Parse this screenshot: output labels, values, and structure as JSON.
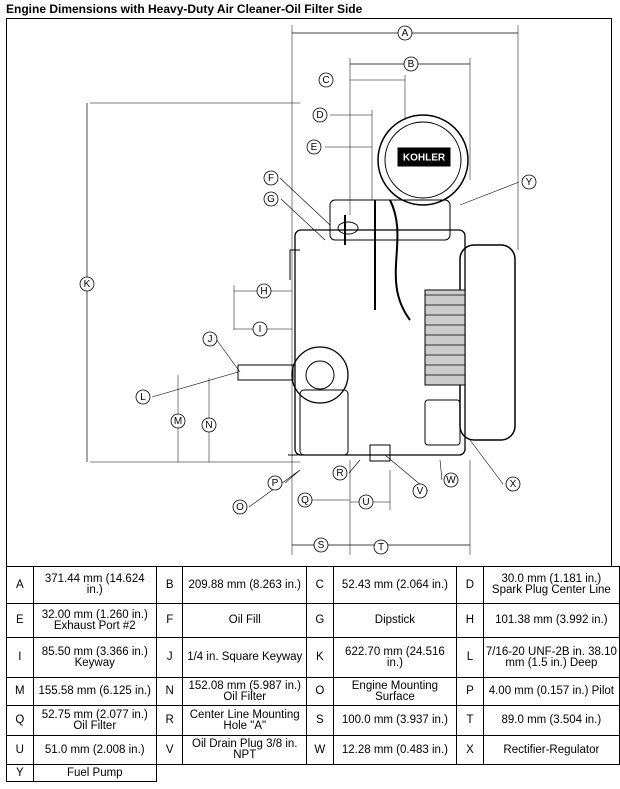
{
  "title": "Engine Dimensions with Heavy-Duty Air Cleaner-Oil Filter Side",
  "diagram": {
    "logo": "KOHLER",
    "callouts": [
      "A",
      "B",
      "C",
      "D",
      "E",
      "F",
      "G",
      "H",
      "I",
      "J",
      "K",
      "L",
      "M",
      "N",
      "O",
      "P",
      "Q",
      "R",
      "S",
      "T",
      "U",
      "V",
      "W",
      "X",
      "Y"
    ]
  },
  "table": {
    "rows": [
      [
        {
          "k": "A",
          "v": "371.44 mm (14.624 in.)"
        },
        {
          "k": "B",
          "v": "209.88 mm (8.263 in.)"
        },
        {
          "k": "C",
          "v": "52.43 mm (2.064 in.)"
        },
        {
          "k": "D",
          "v": "30.0 mm (1.181 in.) Spark Plug Center Line"
        }
      ],
      [
        {
          "k": "E",
          "v": "32.00 mm (1.260 in.) Exhaust Port #2"
        },
        {
          "k": "F",
          "v": "Oil Fill"
        },
        {
          "k": "G",
          "v": "Dipstick"
        },
        {
          "k": "H",
          "v": "101.38 mm (3.992 in.)"
        }
      ],
      [
        {
          "k": "I",
          "v": "85.50 mm (3.366 in.) Keyway"
        },
        {
          "k": "J",
          "v": "1/4 in. Square Keyway"
        },
        {
          "k": "K",
          "v": "622.70 mm (24.516 in.)"
        },
        {
          "k": "L",
          "v": "7/16-20 UNF-2B in. 38.10 mm (1.5 in.) Deep"
        }
      ],
      [
        {
          "k": "M",
          "v": "155.58 mm (6.125 in.)"
        },
        {
          "k": "N",
          "v": "152.08 mm (5.987 in.) Oil Filter"
        },
        {
          "k": "O",
          "v": "Engine Mounting Surface"
        },
        {
          "k": "P",
          "v": "4.00 mm (0.157 in.) Pilot"
        }
      ],
      [
        {
          "k": "Q",
          "v": "52.75 mm (2.077 in.) Oil Filter"
        },
        {
          "k": "R",
          "v": "Center Line Mounting Hole \"A\""
        },
        {
          "k": "S",
          "v": "100.0 mm (3.937 in.)"
        },
        {
          "k": "T",
          "v": "89.0 mm (3.504 in.)"
        }
      ],
      [
        {
          "k": "U",
          "v": "51.0 mm (2.008 in.)"
        },
        {
          "k": "V",
          "v": "Oil Drain Plug 3/8 in. NPT"
        },
        {
          "k": "W",
          "v": "12.28 mm (0.483 in.)"
        },
        {
          "k": "X",
          "v": "Rectifier-Regulator"
        }
      ],
      [
        {
          "k": "Y",
          "v": "Fuel Pump"
        }
      ]
    ]
  }
}
